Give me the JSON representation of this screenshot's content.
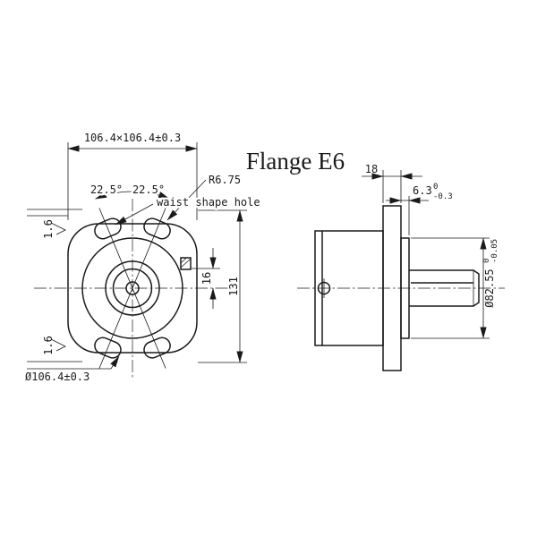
{
  "title": "Flange E6",
  "front_view": {
    "dim_square": "106.4×106.4±0.3",
    "angle_left": "22.5°",
    "angle_right": "22.5°",
    "radius_label": "R6.75",
    "waist_label": "waist shape hole",
    "roughness_top": "1.6",
    "roughness_bottom": "1.6",
    "dim_key_width": "16",
    "dim_overall_height": "131",
    "dim_bolt_circle": "Ø106.4±0.3"
  },
  "side_view": {
    "dim_flange_thickness": "18",
    "pilot_depth": {
      "value": "6.3",
      "tol_upper": "0",
      "tol_lower": "-0.3"
    },
    "pilot_diameter": {
      "value": "Ø82.55",
      "tol_upper": "0",
      "tol_lower": "-0.05"
    }
  }
}
